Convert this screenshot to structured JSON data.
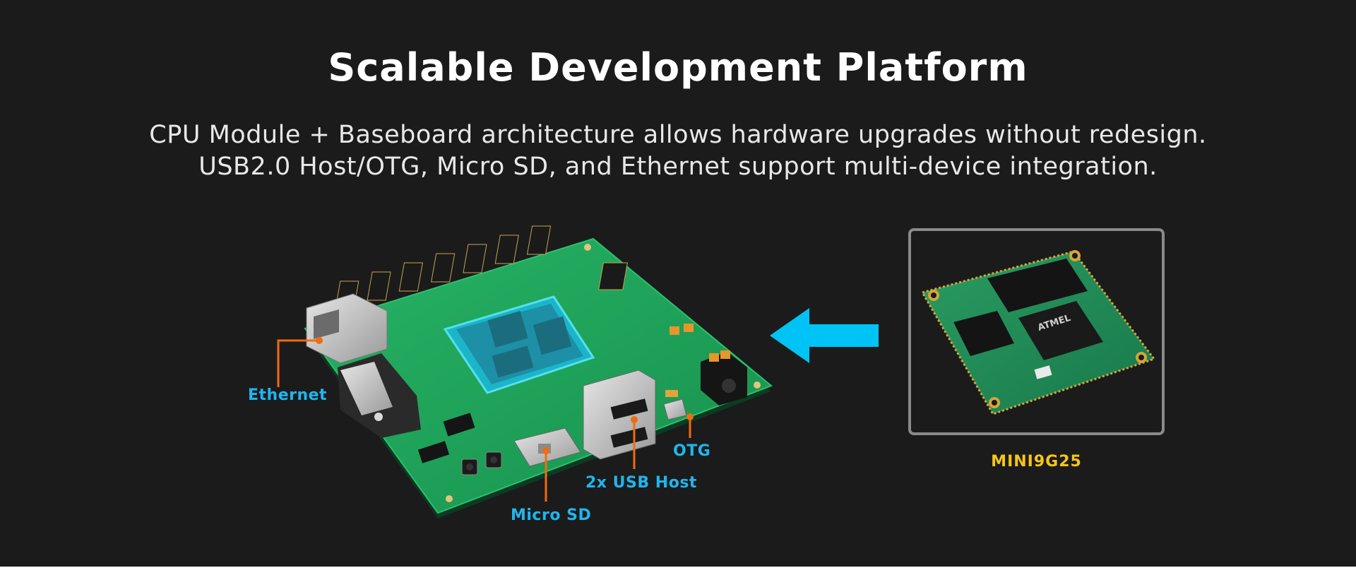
{
  "title": "Scalable Development Platform",
  "subtitle_lines": [
    "CPU Module + Baseboard architecture allows hardware upgrades without redesign.",
    "USB2.0 Host/OTG, Micro SD,  and Ethernet support multi-device integration."
  ],
  "callouts": {
    "ethernet": "Ethernet",
    "micro_sd": "Micro SD",
    "usb_host": "2x USB Host",
    "otg": "OTG"
  },
  "module": {
    "name": "MINI9G25",
    "chip_brand": "ATMEL"
  },
  "colors": {
    "background": "#1b1b1b",
    "callout_text": "#1fb6ee",
    "leader_line": "#f06b12",
    "module_label": "#f5c518",
    "arrow": "#00c3f5",
    "pcb_green": "#1fa35b"
  }
}
